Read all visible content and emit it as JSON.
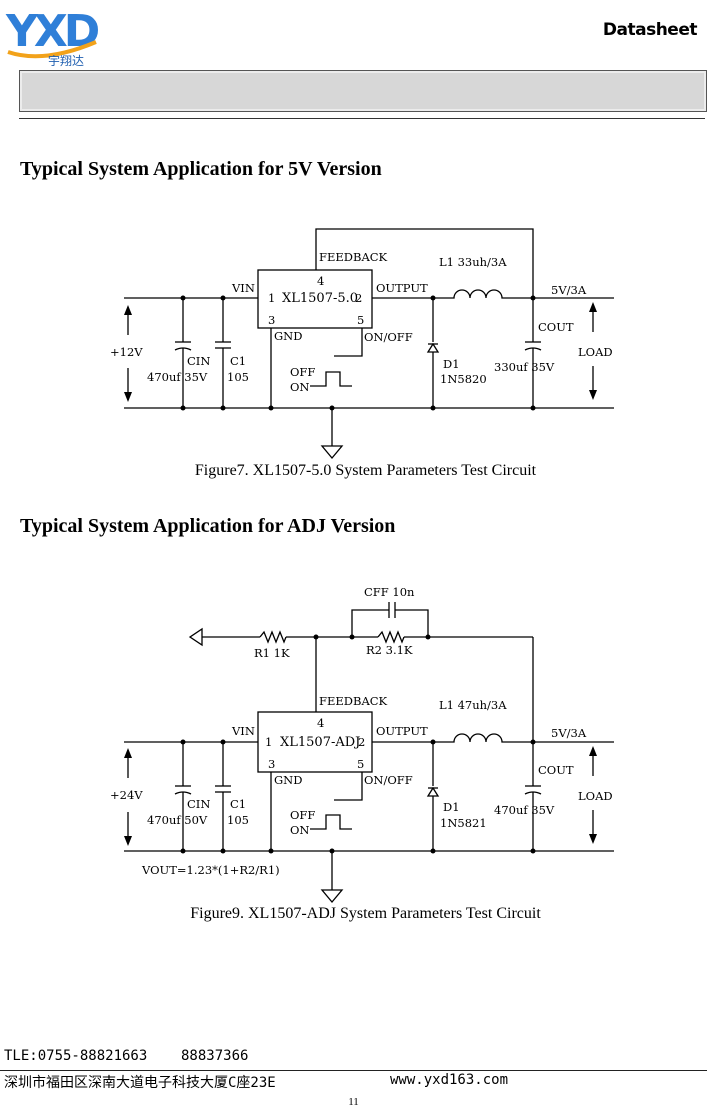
{
  "header": {
    "logo_text": "YXD",
    "logo_sub": "宇翔达",
    "datasheet_label": "Datasheet"
  },
  "section_5v": {
    "title": "Typical System Application for 5V Version",
    "caption": "Figure7. XL1507-5.0 System Parameters Test Circuit",
    "labels": {
      "feedback": "FEEDBACK",
      "pin4": "4",
      "vin": "VIN",
      "ic": "XL1507-5.0",
      "pin1": "1",
      "pin2": "2",
      "pin3": "3",
      "pin5": "5",
      "gnd": "GND",
      "output": "OUTPUT",
      "onoff": "ON/OFF",
      "off": "OFF",
      "on": "ON",
      "l1": "L1  33uh/3A",
      "out": "5V/3A",
      "cout": "COUT",
      "cout_val": "330uf 35V",
      "load": "LOAD",
      "d1": "D1",
      "d1_val": "1N5820",
      "vin_val": "+12V",
      "cin": "CIN",
      "cin_val": "470uf 35V",
      "c1": "C1",
      "c1_val": "105"
    }
  },
  "section_adj": {
    "title": "Typical System Application for ADJ Version",
    "caption": "Figure9. XL1507-ADJ System Parameters Test Circuit",
    "labels": {
      "cff": "CFF  10n",
      "r1": "R1  1K",
      "r2": "R2  3.1K",
      "feedback": "FEEDBACK",
      "pin4": "4",
      "vin": "VIN",
      "ic": "XL1507-ADJ",
      "pin1": "1",
      "pin2": "2",
      "pin3": "3",
      "pin5": "5",
      "gnd": "GND",
      "output": "OUTPUT",
      "onoff": "ON/OFF",
      "off": "OFF",
      "on": "ON",
      "l1": "L1  47uh/3A",
      "out": "5V/3A",
      "cout": "COUT",
      "cout_val": "470uf 35V",
      "load": "LOAD",
      "d1": "D1",
      "d1_val": "1N5821",
      "vin_val": "+24V",
      "cin": "CIN",
      "cin_val": "470uf 50V",
      "c1": "C1",
      "c1_val": "105",
      "formula": "VOUT=1.23*(1+R2/R1)"
    }
  },
  "footer": {
    "phone": "TLE:0755-88821663    88837366",
    "address": "深圳市福田区深南大道电子科技大厦C座23E",
    "website": "www.yxd163.com",
    "page_number": "11"
  }
}
